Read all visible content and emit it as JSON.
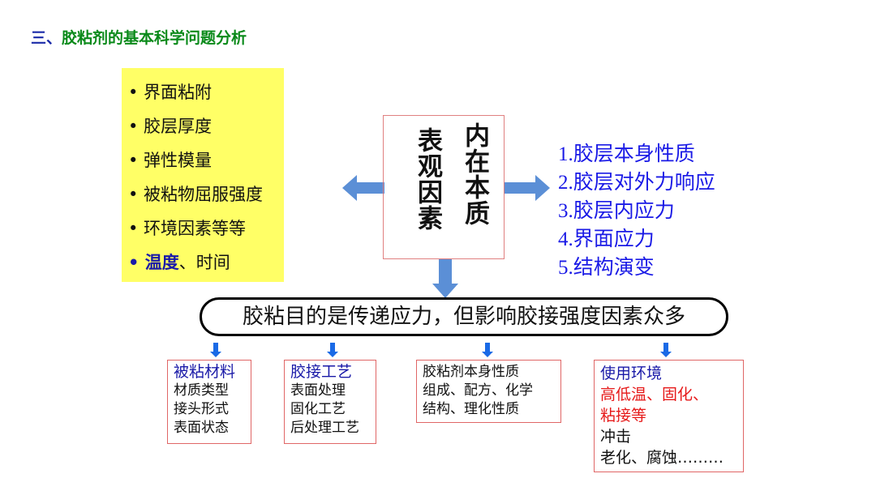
{
  "title": {
    "num": "三、",
    "text": "胶粘剂的基本科学问题分析"
  },
  "left_list": [
    "•  界面粘附",
    "•  胶层厚度",
    "• 弹性模量",
    "• 被粘物屈服强度",
    "• 环境因素等等"
  ],
  "left_last": {
    "bold": "• 温度",
    "rest": "、时间"
  },
  "center": {
    "col1": "表观因素",
    "col2": "内在本质"
  },
  "right_list": [
    "1.胶层本身性质",
    "2.胶层对外力响应",
    "3.胶层内应力",
    "4.界面应力",
    "5.结构演变"
  ],
  "banner": "胶粘目的是传递应力，但影响胶接强度因素众多",
  "boxes": [
    {
      "title": "被粘材料",
      "lines": [
        "材质类型",
        "接头形式",
        "表面状态"
      ]
    },
    {
      "title": "胶接工艺",
      "lines": [
        "表面处理",
        "固化工艺",
        "后处理工艺"
      ]
    },
    {
      "lines": [
        "胶粘剂本身性质",
        "组成、配方、化学",
        "结构、理化性质"
      ]
    },
    {
      "title": "使用环境",
      "red": [
        "高低温、固化、",
        "粘接等"
      ],
      "lines": [
        "冲击",
        "老化、腐蚀………"
      ]
    }
  ]
}
